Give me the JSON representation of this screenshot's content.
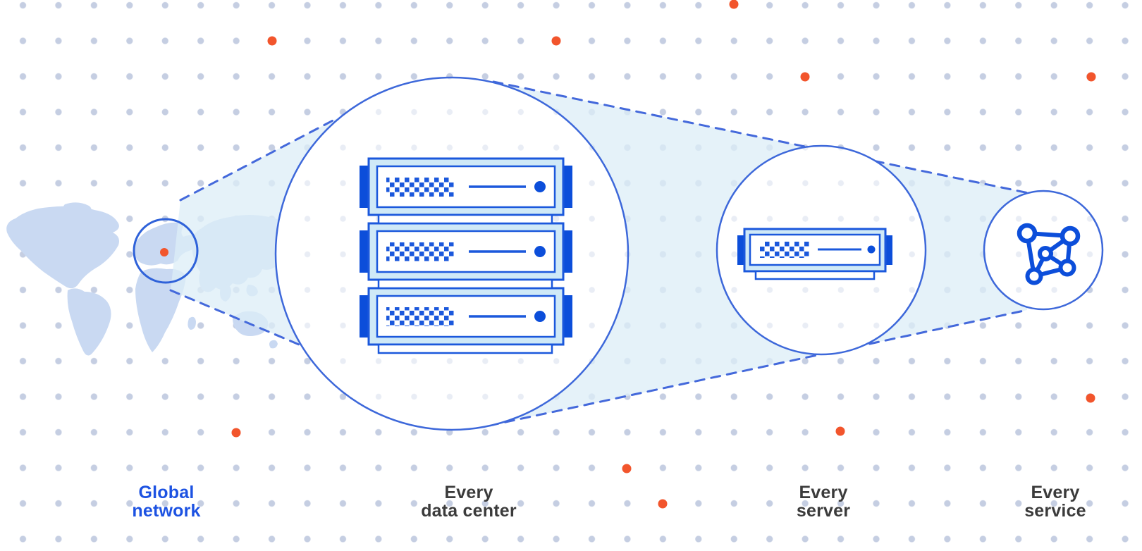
{
  "diagram": {
    "stages": [
      {
        "id": "global-network",
        "icon": "world-map-icon",
        "marker_icon": "location-dot-icon",
        "caption_line1": "Global",
        "caption_line2": "network",
        "caption_color": "blue"
      },
      {
        "id": "every-data-center",
        "icon": "server-rack-icon",
        "server_count": 3,
        "caption_line1": "Every",
        "caption_line2": "data center",
        "caption_color": "dark"
      },
      {
        "id": "every-server",
        "icon": "server-icon",
        "server_count": 1,
        "caption_line1": "Every",
        "caption_line2": "server",
        "caption_color": "dark"
      },
      {
        "id": "every-service",
        "icon": "network-graph-icon",
        "caption_line1": "Every",
        "caption_line2": "service",
        "caption_color": "dark"
      }
    ],
    "colors": {
      "accent_orange": "#F2552C",
      "primary_blue": "#1B58DC",
      "deep_blue": "#0C4EDA",
      "outline_blue": "#3D68DA",
      "dash_blue": "#4469DB",
      "beam_fill": "#DCEEF7",
      "server_band": "#CFE9F7",
      "map_fill": "#C9D9F2",
      "grid_dot": "#C5CEE2",
      "caption_dark": "#3B3B3B",
      "caption_blue": "#1C52E2"
    }
  }
}
